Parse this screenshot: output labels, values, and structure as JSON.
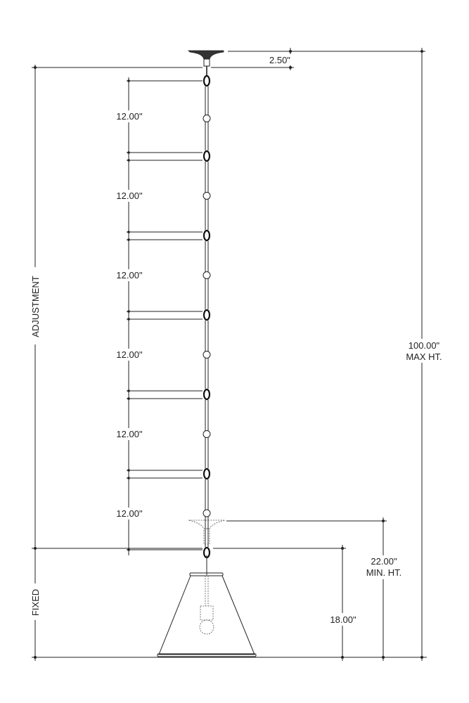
{
  "drawing": {
    "canopy_dim": "2.50\"",
    "segment_dims": [
      "12.00\"",
      "12.00\"",
      "12.00\"",
      "12.00\"",
      "12.00\"",
      "12.00\""
    ],
    "adjustment_label": "ADJUSTMENT",
    "fixed_label": "FIXED",
    "max_height": {
      "value": "100.00\"",
      "label": "MAX HT."
    },
    "min_height": {
      "value": "22.00\"",
      "label": "MIN. HT."
    },
    "fixed_height": "18.00\""
  }
}
